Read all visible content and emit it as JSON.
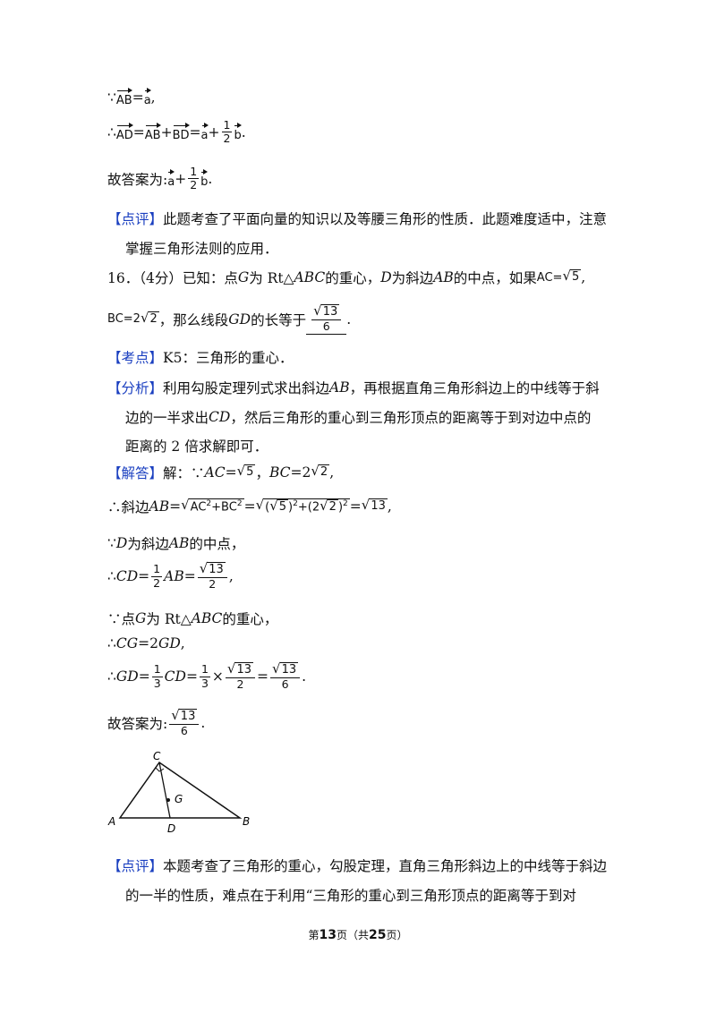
{
  "lines": {
    "l1": {
      "p1": "∵",
      "v1": "AB",
      "p2": "=",
      "v2": "a",
      "p3": ","
    },
    "l2": {
      "p1": "∴",
      "v1": "AD",
      "p2": "=",
      "v2": "AB",
      "p3": "+",
      "v3": "BD",
      "p4": "=",
      "v4": "a",
      "p5": "+",
      "n1": "1",
      "d1": "2",
      "v5": "b",
      "p6": "."
    },
    "l3": {
      "p1": "故答案为:",
      "v1": "a",
      "p2": "+",
      "n1": "1",
      "d1": "2",
      "v2": "b",
      "p3": "."
    },
    "l4": {
      "tag": "【点评】",
      "text": "此题考查了平面向量的知识以及等腰三角形的性质．此题难度适中，注意"
    },
    "l5": {
      "text": "掌握三角形法则的应用．"
    },
    "l6": {
      "p1": "16．（4分）已知：点",
      "i1": "G",
      "p2": "为 Rt△",
      "i2": "ABC",
      "p3": "的重心，",
      "i3": "D",
      "p4": "为斜边",
      "i4": "AB",
      "p5": "的中点，如果",
      "f1": "AC=",
      "r1": "5",
      "p6": ","
    },
    "l7": {
      "f1": "BC=2",
      "r1": "2",
      "p1": "，那么线段",
      "i1": "GD",
      "p2": "的长等于",
      "rn": "13",
      "d1": "6",
      "p3": "."
    },
    "l8": {
      "tag": "【考点】",
      "text": "K5：三角形的重心．"
    },
    "l9": {
      "tag": "【分析】",
      "p1": "利用勾股定理列式求出斜边",
      "i1": "AB",
      "p2": "，再根据直角三角形斜边上的中线等于斜"
    },
    "l10": {
      "p1": "边的一半求出",
      "i1": "CD",
      "p2": "，然后三角形的重心到三角形顶点的距离等于到对边中点的"
    },
    "l11": {
      "text": "距离的 2 倍求解即可．"
    },
    "l12": {
      "tag": "【解答】",
      "p1": "解：∵",
      "i1": "AC",
      "p2": "=",
      "r1": "5",
      "p3": "，",
      "i2": "BC",
      "p4": "=2",
      "r2": "2",
      "p5": ","
    },
    "l13": {
      "p1": "∴斜边",
      "i1": "AB",
      "p2": "=",
      "r1a": "AC",
      "r1b": "2",
      "r1c": "+BC",
      "r1d": "2",
      "p3": "=",
      "r2a": "(",
      "r2b": "5",
      "r2c": ")",
      "r2d": "2",
      "r2e": "+(2",
      "r2f": "2",
      "r2g": ")",
      "r2h": "2",
      "p4": "=",
      "r3": "13",
      "p5": ","
    },
    "l14": {
      "p1": "∵",
      "i1": "D",
      "p2": "为斜边",
      "i2": "AB",
      "p3": "的中点，"
    },
    "l15": {
      "p1": "∴",
      "i1": "CD",
      "p2": "=",
      "n1": "1",
      "d1": "2",
      "i2": "AB",
      "p3": "=",
      "rn": "13",
      "d2": "2",
      "p4": ","
    },
    "l16": {
      "p1": "∵点",
      "i1": "G",
      "p2": "为 Rt△",
      "i2": "ABC",
      "p3": "的重心，"
    },
    "l17": {
      "p1": "∴",
      "i1": "CG",
      "p2": "=2",
      "i2": "GD",
      "p3": ","
    },
    "l18": {
      "p1": "∴",
      "i1": "GD",
      "p2": "=",
      "n1": "1",
      "d1": "3",
      "i2": "CD",
      "p3": "=",
      "n2": "1",
      "d2": "3",
      "p4": "×",
      "rn1": "13",
      "d3": "2",
      "p5": "=",
      "rn2": "13",
      "d4": "6",
      "p6": "."
    },
    "l19": {
      "p1": "故答案为:",
      "rn": "13",
      "d1": "6",
      "p2": "."
    },
    "l20": {
      "tag": "【点评】",
      "text": "本题考查了三角形的重心，勾股定理，直角三角形斜边上的中线等于斜边"
    },
    "l21": {
      "text": "的一半的性质，难点在于利用“三角形的重心到三角形顶点的距离等于到对"
    }
  },
  "figure": {
    "label_c": "C",
    "label_g": "G",
    "label_a": "A",
    "label_d": "D",
    "label_b": "B"
  },
  "footer": {
    "p1": "第",
    "page": "13",
    "p2": "页（共",
    "total": "25",
    "p3": "页）"
  },
  "colors": {
    "tag": "#1a3fc0"
  }
}
